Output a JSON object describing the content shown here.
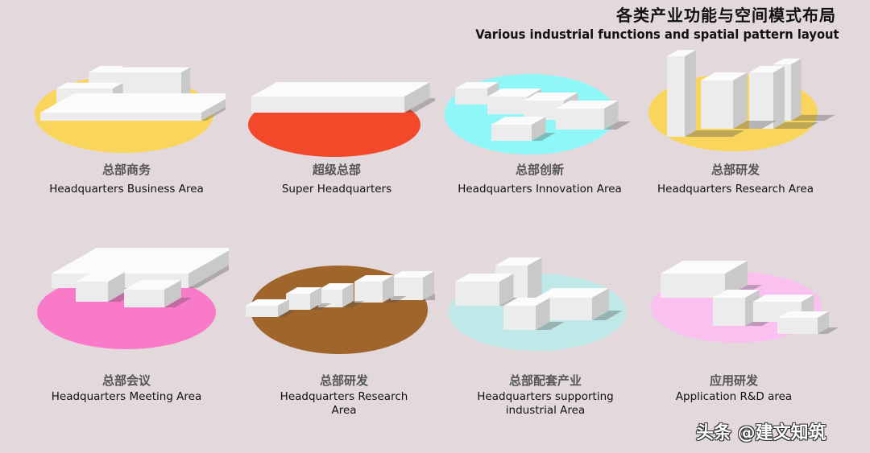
{
  "header": {
    "title_cn": "各类产业功能与空间模式布局",
    "title_en": "Various industrial functions and spatial pattern layout"
  },
  "items": [
    {
      "cn": "总部商务",
      "en": "Headquarters Business Area",
      "color": "#f9d55b"
    },
    {
      "cn": "超级总部",
      "en": "Super Headquarters",
      "color": "#f2492a"
    },
    {
      "cn": "总部创新",
      "en": "Headquarters Innovation Area",
      "color": "#8ff7f7"
    },
    {
      "cn": "总部研发",
      "en": "Headquarters Research Area",
      "color": "#f9d55b"
    },
    {
      "cn": "总部会议",
      "en": "Headquarters Meeting Area",
      "color": "#f97ac9"
    },
    {
      "cn": "总部研发",
      "en": "Headquarters Research Area",
      "color": "#a0652b"
    },
    {
      "cn": "总部配套产业",
      "en": "Headquarters supporting industrial Area",
      "color": "#bfe8e8"
    },
    {
      "cn": "应用研发",
      "en": "Application R&D area",
      "color": "#f9c0f0"
    }
  ],
  "watermark": "头条 @建文知筑"
}
